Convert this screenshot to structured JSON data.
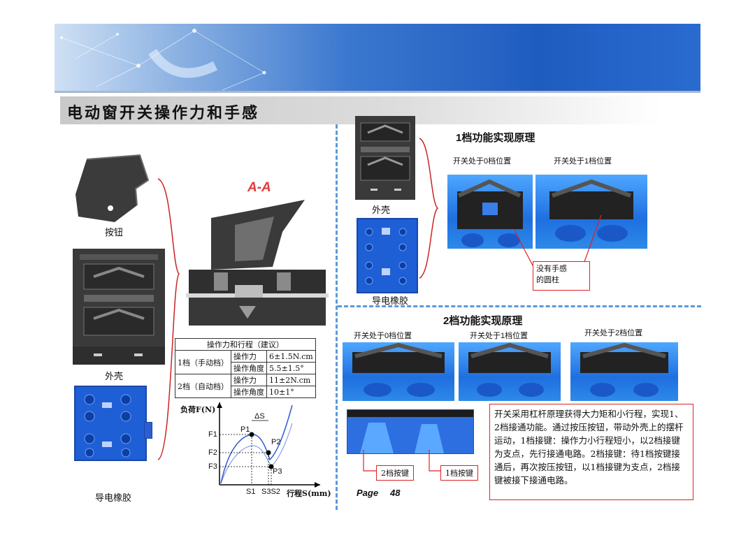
{
  "slide": {
    "title": "电动窗开关操作力和手感",
    "page_label": "Page",
    "page_number": "48"
  },
  "left": {
    "button_label": "按钮",
    "shell_label": "外壳",
    "rubber_label": "导电橡胶",
    "section_label": "A-A"
  },
  "table": {
    "title": "操作力和行程（建议）",
    "rows": [
      {
        "gear": "1档（手动档）",
        "k1": "操作力",
        "v1": "6±1.5N.cm",
        "k2": "操作角度",
        "v2": "5.5±1.5°"
      },
      {
        "gear": "2档（自动档）",
        "k1": "操作力",
        "v1": "11±2N.cm",
        "k2": "操作角度",
        "v2": "10±1°"
      }
    ]
  },
  "graph": {
    "ylabel": "负荷F(N)",
    "xlabel": "行程S(mm)",
    "delta": "ΔS",
    "points": [
      "P1",
      "P2",
      "P3"
    ],
    "y_ticks": [
      "F1",
      "F2",
      "F3"
    ],
    "x_ticks": [
      "S1",
      "S3S2"
    ]
  },
  "right_top": {
    "heading": "1档功能实现原理",
    "shell_label": "外壳",
    "rubber_label": "导电橡胶",
    "pos0": "开关处于0档位置",
    "pos1": "开关处于1档位置",
    "callout": "没有手感\n的圆柱"
  },
  "right_bottom": {
    "heading": "2档功能实现原理",
    "pos0": "开关处于0档位置",
    "pos1": "开关处于1档位置",
    "pos2": "开关处于2档位置",
    "key2": "2档按键",
    "key1": "1档按键",
    "note": "开关采用杠杆原理获得大力矩和小行程，实现1、2档接通功能。通过按压按钮，带动外壳上的摆杆运动，1档接键：操作力小行程短小，以2档接键为支点，先行接通电路。2档接键：待1档按键接通后，再次按压按钮，以1档接键为支点，2档接键被接下接通电路。"
  },
  "colors": {
    "accent_blue": "#1f5cc0",
    "divider_blue": "#5b9ad8",
    "callout_red": "#d22222"
  }
}
